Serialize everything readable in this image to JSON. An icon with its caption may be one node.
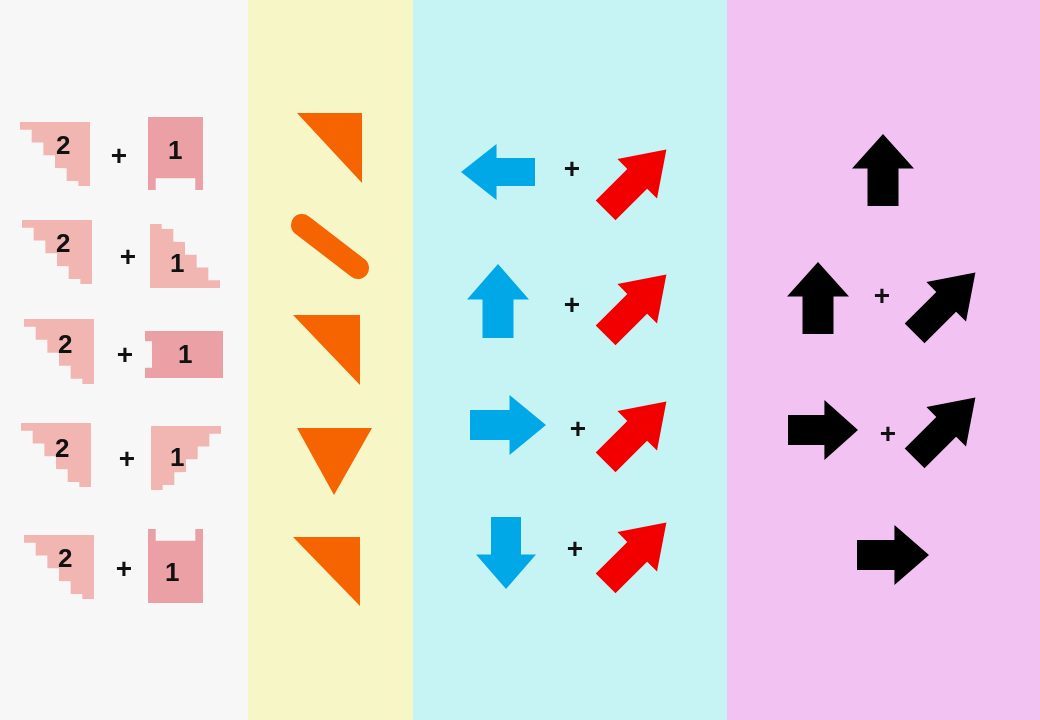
{
  "diagram": {
    "nodes": [
      {
        "text": [
          "2"
        ]
      },
      {
        "text": [
          "1"
        ]
      },
      {
        "text": [
          "2"
        ]
      },
      {
        "text": [
          "1"
        ]
      },
      {
        "text": [
          "2"
        ]
      },
      {
        "text": [
          "1"
        ]
      },
      {
        "text": [
          "2"
        ]
      },
      {
        "text": [
          "1"
        ]
      },
      {
        "text": [
          "2"
        ]
      },
      {
        "text": [
          "1"
        ]
      }
    ],
    "labels": [
      "+",
      "+",
      "+",
      "+",
      "+",
      "+",
      "+",
      "+",
      "+",
      "+",
      "+"
    ]
  }
}
